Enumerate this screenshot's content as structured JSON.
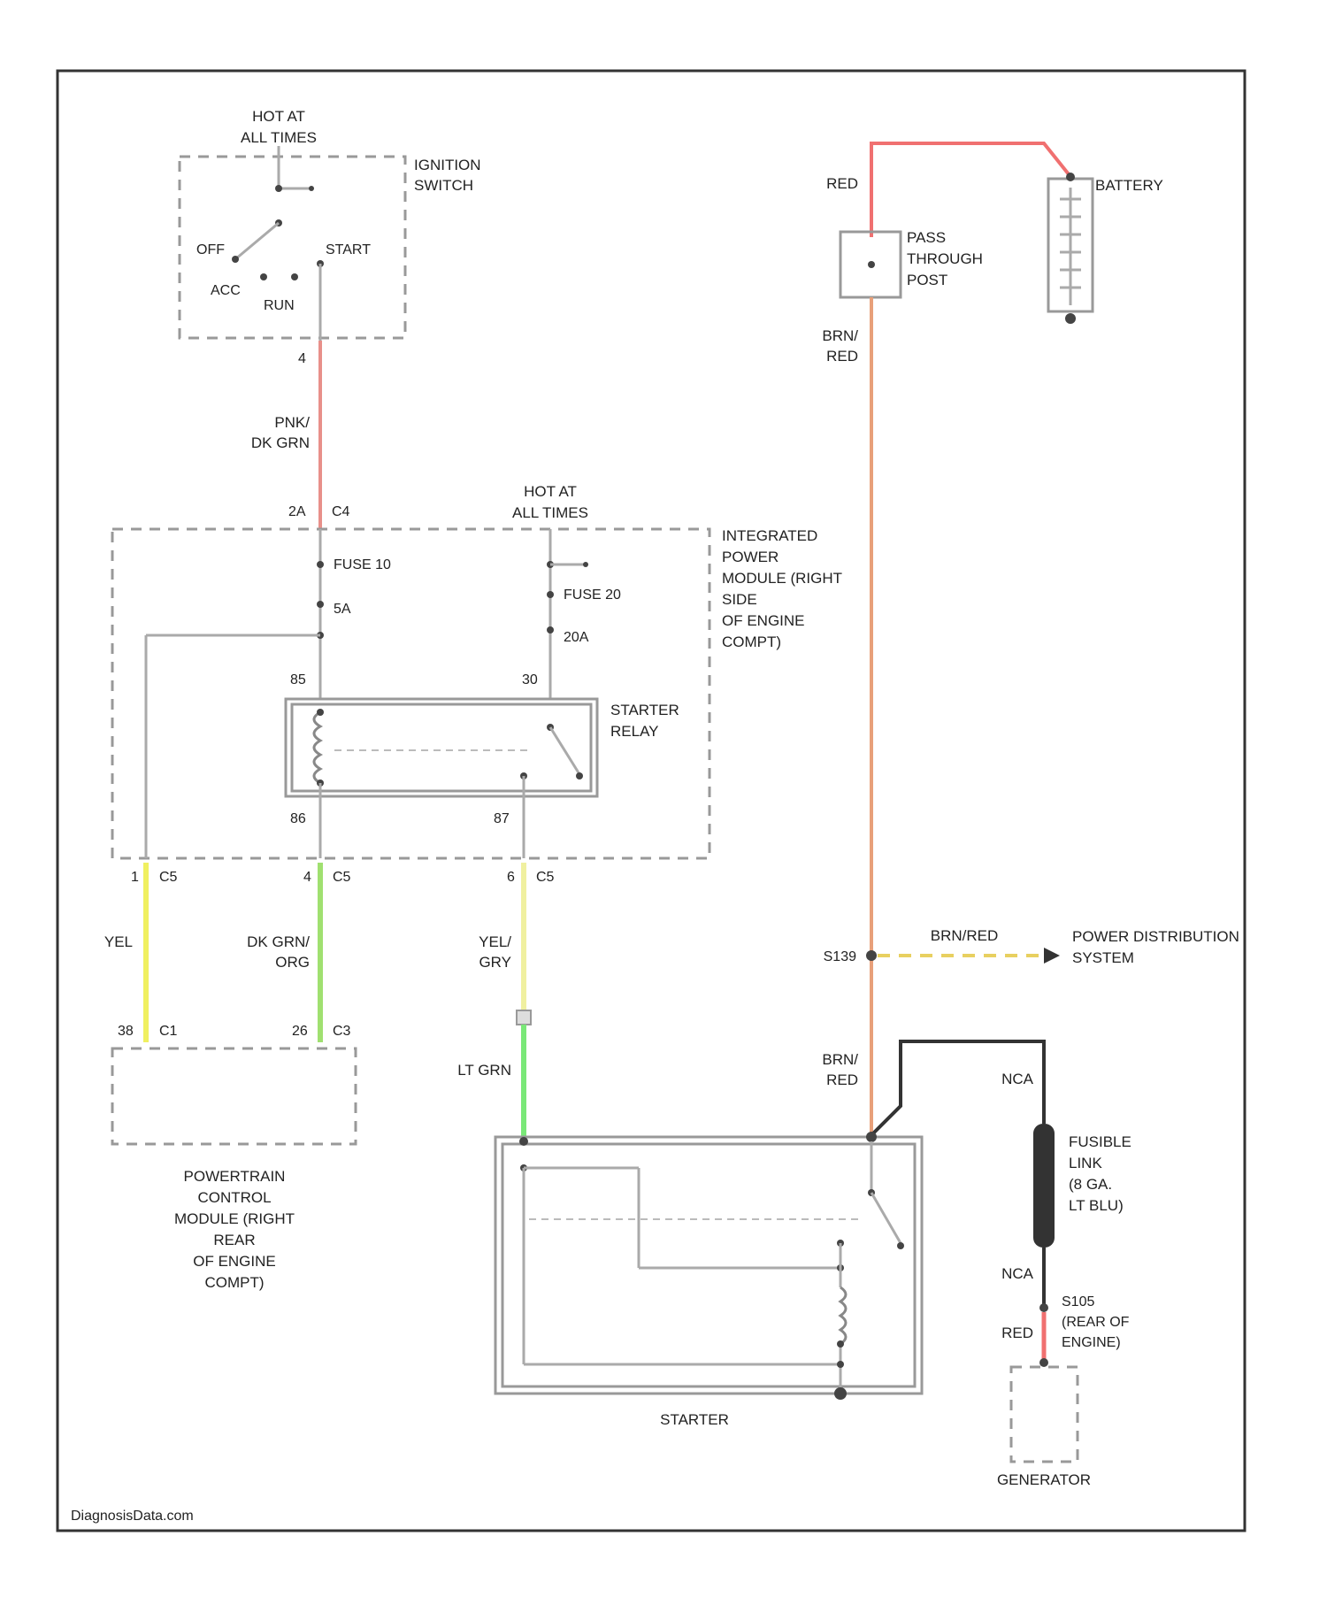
{
  "diagram": {
    "watermark": "DiagnosisData.com",
    "ignition": {
      "hot_at": [
        "HOT AT",
        "ALL TIMES"
      ],
      "name": [
        "IGNITION",
        "SWITCH"
      ],
      "pos_off": "OFF",
      "pos_acc": "ACC",
      "pos_run": "RUN",
      "pos_start": "START",
      "pin": "4"
    },
    "wires": {
      "pnk_dkgrn": [
        "PNK/",
        "DK GRN"
      ],
      "yel": "YEL",
      "dkgrn_org": [
        "DK GRN/",
        "ORG"
      ],
      "yel_gry": [
        "YEL/",
        "GRY"
      ],
      "lt_grn": "LT GRN",
      "red_top": "RED",
      "brn_red_top": [
        "BRN/",
        "RED"
      ],
      "brn_red_bottom": [
        "BRN/",
        "RED"
      ],
      "brn_red_dash": "BRN/RED",
      "nca_top": "NCA",
      "nca_bottom": "NCA",
      "red_gen": "RED"
    },
    "ipm": {
      "hot_at": [
        "HOT AT",
        "ALL TIMES"
      ],
      "name": [
        "INTEGRATED",
        "POWER",
        "MODULE (RIGHT",
        "SIDE",
        "OF ENGINE",
        "COMPT)"
      ],
      "connector_top": "C4",
      "pin_top": "2A",
      "fuse10": "FUSE 10",
      "fuse10_amp": "5A",
      "fuse20": "FUSE 20",
      "fuse20_amp": "20A",
      "pin_85": "85",
      "pin_30": "30",
      "pin_86": "86",
      "pin_87": "87",
      "relay": [
        "STARTER",
        "RELAY"
      ],
      "c5_pin1": "1",
      "c5_pin4": "4",
      "c5_pin6": "6",
      "c5": "C5"
    },
    "pcm": {
      "pin_c1_a": "38",
      "pin_c1_b": "26",
      "c1": "C1",
      "c3": "C3",
      "name": [
        "POWERTRAIN",
        "CONTROL",
        "MODULE (RIGHT",
        "REAR",
        "OF ENGINE",
        "COMPT)"
      ]
    },
    "battery": {
      "name": "BATTERY",
      "post": [
        "PASS",
        "THROUGH",
        "POST"
      ]
    },
    "splice": {
      "s139": "S139",
      "target": [
        "POWER DISTRIBUTION",
        "SYSTEM"
      ]
    },
    "fusible_link": [
      "FUSIBLE",
      "LINK",
      "(8 GA.",
      "LT BLU)"
    ],
    "s105": [
      "S105",
      "(REAR OF",
      "ENGINE)"
    ],
    "starter": "STARTER",
    "generator": "GENERATOR"
  },
  "colors": {
    "red": "#f07070",
    "pink": "#e8908a",
    "brn_red": "#e8a07a",
    "yellow": "#f0f060",
    "green": "#a0e070",
    "lt_green": "#7ae878",
    "dk": "#333333"
  }
}
